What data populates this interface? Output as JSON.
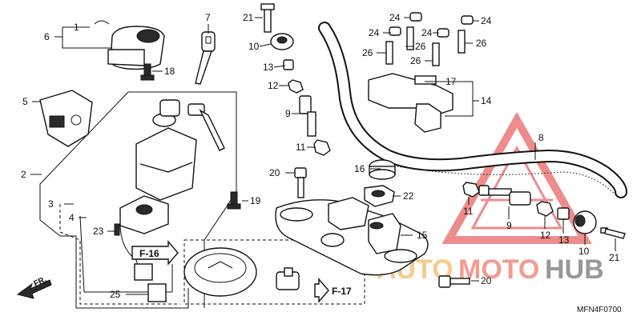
{
  "diagram": {
    "code": "MFN4F0700"
  },
  "labels": {
    "l1": "1",
    "l2": "2",
    "l3": "3",
    "l4": "4",
    "l5": "5",
    "l6": "6",
    "l7": "7",
    "l8": "8",
    "l9": "9",
    "l10": "10",
    "l11": "11",
    "l12": "12",
    "l13": "13",
    "l14": "14",
    "l15": "15",
    "l16": "16",
    "l17": "17",
    "l18": "18",
    "l19": "19",
    "l20": "20",
    "l21": "21",
    "l22": "22",
    "l23": "23",
    "l24": "24",
    "l25": "25",
    "l26": "26",
    "f16": "F-16",
    "f17": "F-17",
    "fr": "FR."
  },
  "watermark": {
    "part1": "AUTO",
    "part2": "MOTO",
    "part3": "HUB"
  },
  "colors": {
    "line": "#111111",
    "watermark_red": "#e03030",
    "watermark_orange": "#f0a030",
    "watermark_gray": "#444444"
  }
}
